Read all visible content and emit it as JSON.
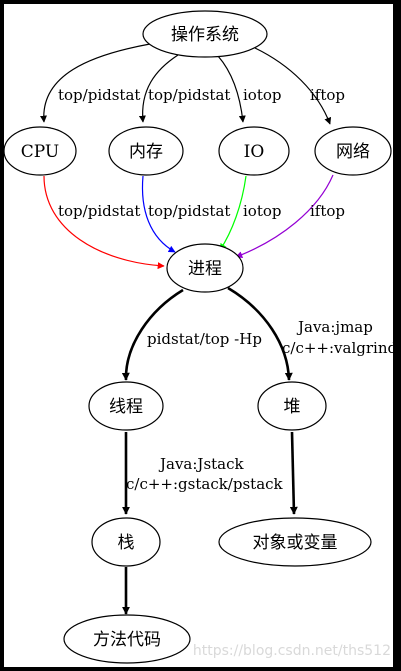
{
  "colors": {
    "frame": "#000000",
    "background": "#ffffff",
    "ink": "#000000",
    "cpu_edge": "#ff0000",
    "mem_edge": "#0000ff",
    "io_edge": "#00ff00",
    "net_edge": "#9400d3",
    "watermark": "#d9d9d9"
  },
  "nodes": {
    "os": "操作系统",
    "cpu": "CPU",
    "memory": "内存",
    "io": "IO",
    "network": "网络",
    "process": "进程",
    "thread": "线程",
    "heap": "堆",
    "stack": "栈",
    "objects": "对象或变量",
    "method_code": "方法代码"
  },
  "edges": {
    "os_cpu": "top/pidstat",
    "os_memory": "top/pidstat",
    "os_io": "iotop",
    "os_network": "iftop",
    "cpu_process": "top/pidstat",
    "memory_process": "top/pidstat",
    "io_process": "iotop",
    "network_process": "iftop",
    "process_thread": "pidstat/top -Hp",
    "process_heap_1": "Java:jmap",
    "process_heap_2": "c/c++:valgrind",
    "thread_stack_1": "Java:Jstack",
    "thread_stack_2": "c/c++:gstack/pstack"
  },
  "watermark": "https://blog.csdn.net/ths512"
}
